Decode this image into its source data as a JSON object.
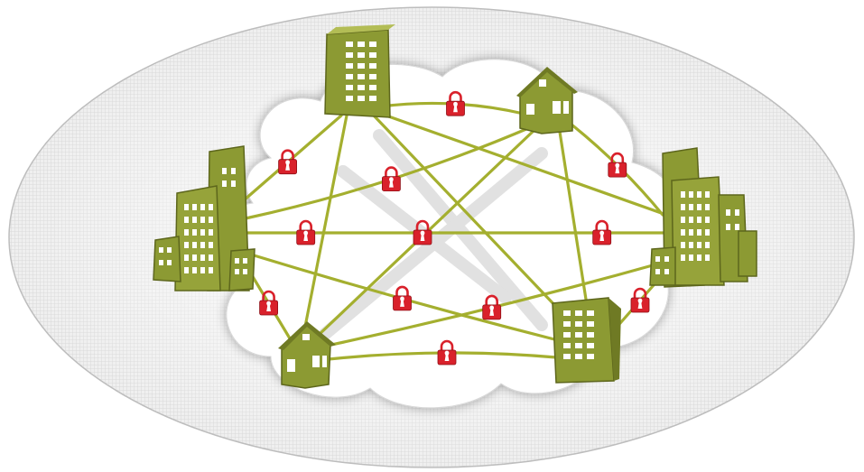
{
  "diagram": {
    "type": "secure-mesh-network",
    "nodes": [
      {
        "id": "tower-top",
        "kind": "office-tower"
      },
      {
        "id": "house-top-right",
        "kind": "house"
      },
      {
        "id": "cluster-left",
        "kind": "office-cluster"
      },
      {
        "id": "cluster-right",
        "kind": "office-cluster"
      },
      {
        "id": "house-bottom-left",
        "kind": "house"
      },
      {
        "id": "tower-bottom-right",
        "kind": "office-tower"
      }
    ],
    "links": [
      {
        "from": "tower-top",
        "to": "house-top-right",
        "locked": true
      },
      {
        "from": "tower-top",
        "to": "cluster-left",
        "locked": true
      },
      {
        "from": "tower-top",
        "to": "house-bottom-left",
        "locked": false
      },
      {
        "from": "tower-top",
        "to": "cluster-right",
        "locked": false
      },
      {
        "from": "tower-top",
        "to": "tower-bottom-right",
        "locked": false
      },
      {
        "from": "house-top-right",
        "to": "cluster-left",
        "locked": true
      },
      {
        "from": "house-top-right",
        "to": "cluster-right",
        "locked": true
      },
      {
        "from": "house-top-right",
        "to": "house-bottom-left",
        "locked": false
      },
      {
        "from": "house-top-right",
        "to": "tower-bottom-right",
        "locked": false
      },
      {
        "from": "cluster-left",
        "to": "cluster-right",
        "locked": true
      },
      {
        "from": "cluster-left",
        "to": "house-bottom-left",
        "locked": true
      },
      {
        "from": "cluster-left",
        "to": "tower-bottom-right",
        "locked": true
      },
      {
        "from": "cluster-right",
        "to": "house-bottom-left",
        "locked": true
      },
      {
        "from": "cluster-right",
        "to": "tower-bottom-right",
        "locked": true
      },
      {
        "from": "house-bottom-left",
        "to": "tower-bottom-right",
        "locked": true
      }
    ],
    "colors": {
      "link": "#a4af2f",
      "building": "#8c9a33",
      "building_dark": "#6f7a24",
      "lock": "#d9212b",
      "cloud": "#ffffff",
      "ellipse": "#e6e6e6"
    }
  }
}
